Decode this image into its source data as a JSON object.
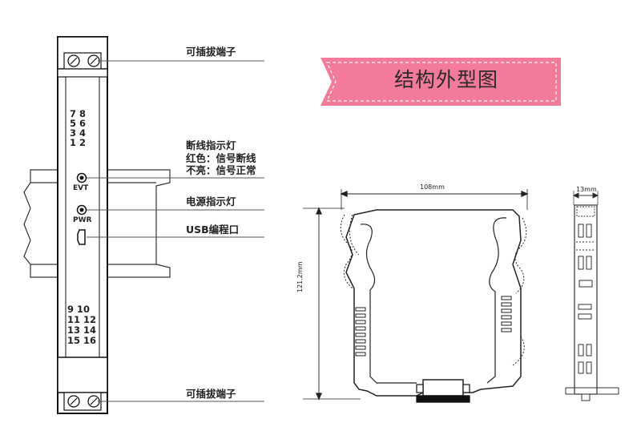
{
  "banner": {
    "title": "结构外型图",
    "color": "#f47a9a"
  },
  "module": {
    "top_pins": [
      "7  8",
      "5  6",
      "3  4",
      "1  2"
    ],
    "bottom_pins": [
      "9  10",
      "11  12",
      "13  14",
      "15  16"
    ],
    "evt_label": "EVT",
    "pwr_label": "PWR"
  },
  "callouts": {
    "top_terminal": "可插拔端子",
    "fault_led_title": "断线指示灯",
    "fault_led_red": "红色：信号断线",
    "fault_led_off": "不亮：信号正常",
    "power_led": "电源指示灯",
    "usb_port": "USB编程口",
    "bottom_terminal": "可插拔端子"
  },
  "dimensions": {
    "width": "108mm",
    "height": "121.2mm",
    "thickness": "13mm"
  }
}
